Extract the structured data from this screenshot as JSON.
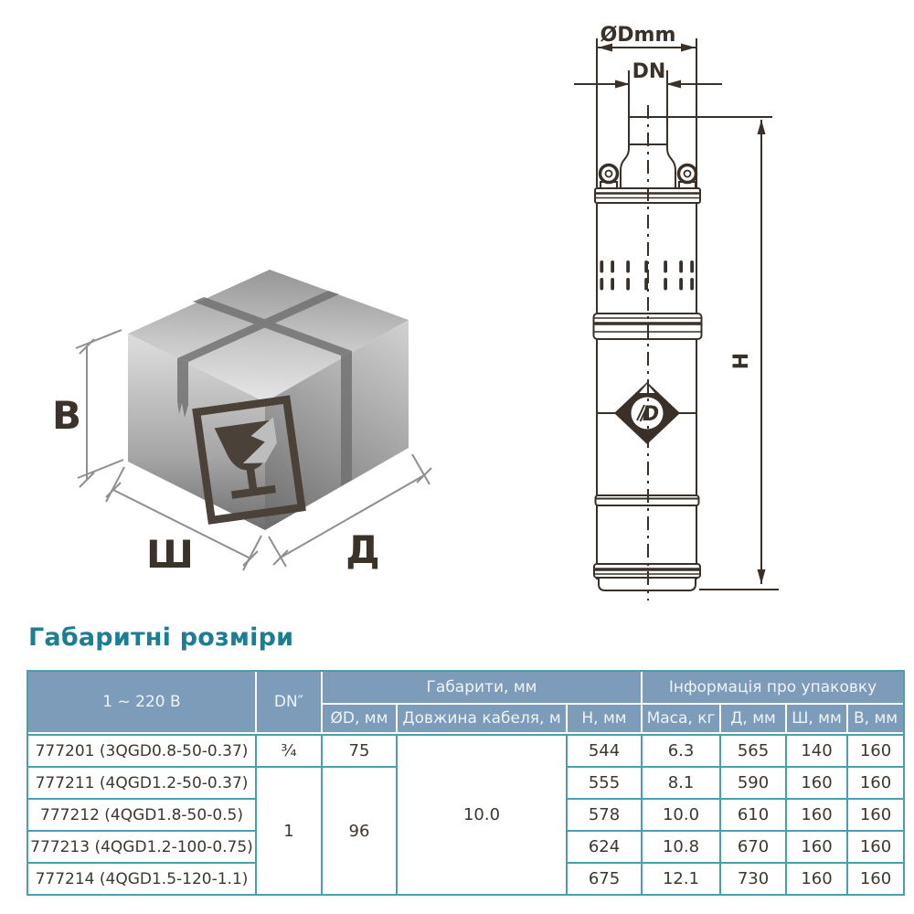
{
  "page": {
    "title": "Габаритні розміри"
  },
  "diagram": {
    "pump": {
      "dim_outer_diameter": "ØDmm",
      "dim_outlet": "DN",
      "dim_height": "Н",
      "logo_letter": "D"
    },
    "box": {
      "dim_height": "В",
      "dim_width": "Ш",
      "dim_length": "Д"
    }
  },
  "table": {
    "header": {
      "col_model": "1 ~ 220 В",
      "col_dn": "DN″",
      "group_dimensions": "Габарити, мм",
      "group_packaging": "Інформація про упаковку",
      "col_diameter": "ØD, мм",
      "col_cable": "Довжина кабеля, м",
      "col_height": "Н, мм",
      "col_mass": "Маса, кг",
      "col_pack_length": "Д, мм",
      "col_pack_width": "Ш, мм",
      "col_pack_height": "В, мм"
    },
    "shared": {
      "cable_length": "10.0"
    },
    "rows": [
      {
        "model": "777201 (3QGD0.8-50-0.37)",
        "dn": "¾",
        "diameter": "75",
        "height": "544",
        "mass": "6.3",
        "pack_length": "565",
        "pack_width": "140",
        "pack_height": "160"
      },
      {
        "model": "777211 (4QGD1.2-50-0.37)",
        "dn": "1",
        "diameter": "96",
        "height": "555",
        "mass": "8.1",
        "pack_length": "590",
        "pack_width": "160",
        "pack_height": "160"
      },
      {
        "model": "777212 (4QGD1.8-50-0.5)",
        "height": "578",
        "mass": "10.0",
        "pack_length": "610",
        "pack_width": "160",
        "pack_height": "160"
      },
      {
        "model": "777213 (4QGD1.2-100-0.75)",
        "height": "624",
        "mass": "10.8",
        "pack_length": "670",
        "pack_width": "160",
        "pack_height": "160"
      },
      {
        "model": "777214 (4QGD1.5-120-1.1)",
        "height": "675",
        "mass": "12.1",
        "pack_length": "730",
        "pack_width": "160",
        "pack_height": "160"
      }
    ]
  },
  "colors": {
    "accent_teal": "#1b7e92",
    "table_border": "#4a9faf",
    "header_bg": "#7d9cba",
    "drawing_ink": "#3a3027"
  }
}
